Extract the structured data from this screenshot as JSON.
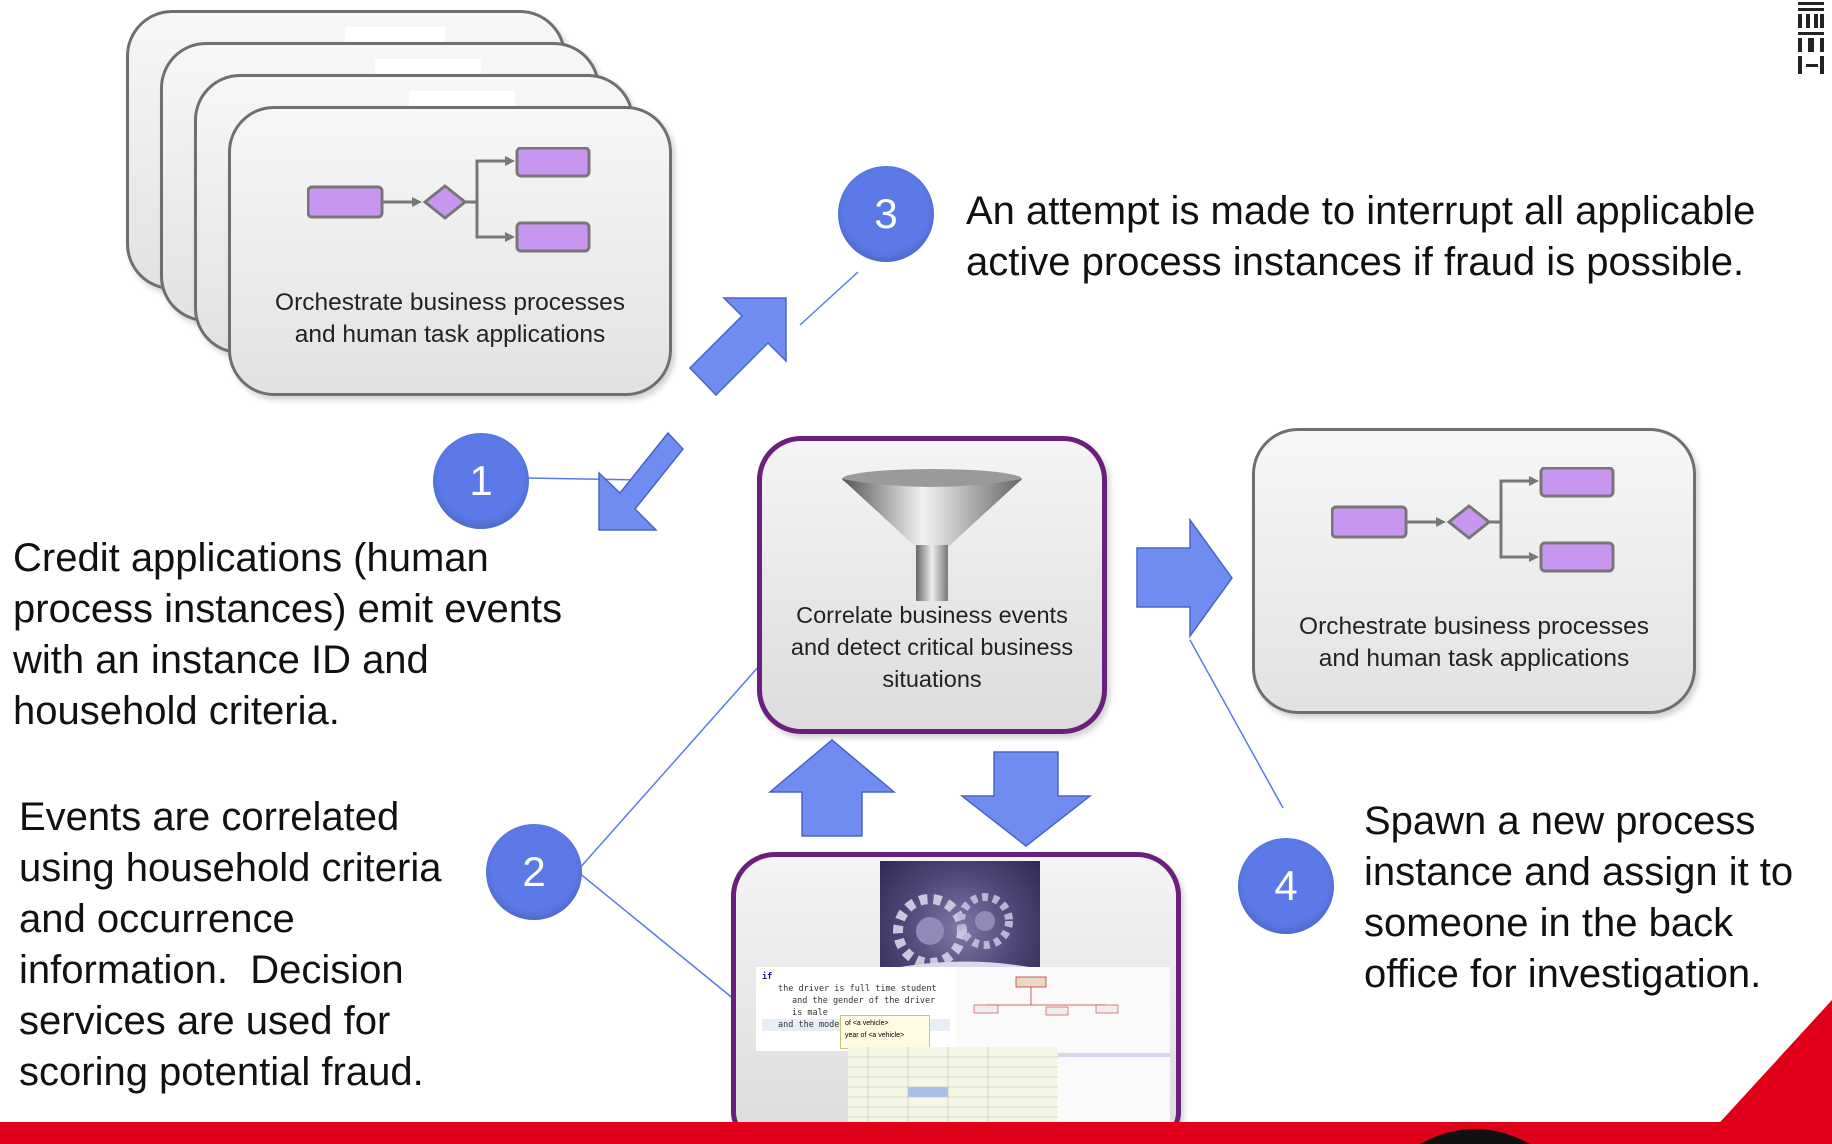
{
  "cards": {
    "stacked_caption_line1": "Orchestrate business processes",
    "stacked_caption_line2": "and human task applications",
    "right_caption_line1": "Orchestrate business processes",
    "right_caption_line2": "and human task applications",
    "center_caption_line1": "Correlate business events",
    "center_caption_line2": "and detect critical business",
    "center_caption_line3": "situations"
  },
  "steps": [
    {
      "number": "1",
      "text_lines": [
        "Credit applications (human",
        "process instances) emit events",
        "with an instance ID and",
        "household criteria."
      ]
    },
    {
      "number": "2",
      "text_lines": [
        "Events are correlated",
        "using household criteria",
        "and occurrence",
        "information.  Decision",
        "services are used for",
        "scoring potential fraud."
      ]
    },
    {
      "number": "3",
      "text_lines": [
        "An attempt is made to interrupt all applicable",
        "active process instances if fraud is possible."
      ]
    },
    {
      "number": "4",
      "text_lines": [
        "Spawn a new process",
        "instance and assign it to",
        "someone in the back",
        "office for investigation."
      ]
    }
  ],
  "rules_snippet": {
    "line1": "if",
    "line2": "the driver is full time student",
    "line3": "and the gender of the driver is male",
    "line4": "and the model",
    "popup_item1": "of <a vehicle>",
    "popup_item2": "year of <a vehicle>"
  },
  "colors": {
    "step_circle": "#5b7ae8",
    "arrow_fill": "#6f8df0",
    "connector_line": "#5b7ae8",
    "purple_border": "#6b1f7c",
    "process_box": "#c896f0",
    "accent_red": "#e1001a"
  },
  "icons": {
    "funnel": "funnel-icon",
    "gears": "gears-image",
    "logo": "ibm-logo-icon"
  }
}
